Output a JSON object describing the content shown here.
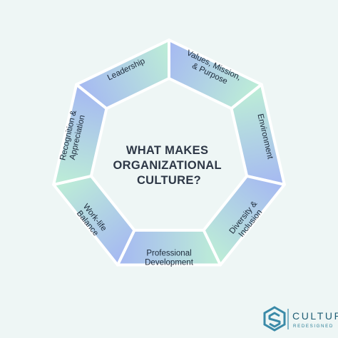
{
  "center_title": [
    "WHAT MAKES",
    "ORGANIZATIONAL",
    "CULTURE?"
  ],
  "segments": [
    {
      "name": "values-mission-purpose",
      "lines": [
        "Values, Mission,",
        "& Purpose"
      ]
    },
    {
      "name": "environment",
      "lines": [
        "Environment"
      ]
    },
    {
      "name": "diversity-inclusion",
      "lines": [
        "Diversity &",
        "Inclusion"
      ]
    },
    {
      "name": "professional-development",
      "lines": [
        "Professional",
        "Development"
      ]
    },
    {
      "name": "work-life-balance",
      "lines": [
        "Work-life",
        "Balance"
      ]
    },
    {
      "name": "recognition-appreciation",
      "lines": [
        "Recognition &",
        "Appreciation"
      ]
    },
    {
      "name": "leadership",
      "lines": [
        "Leadership"
      ]
    }
  ],
  "brand": {
    "name": "CULTURE",
    "tagline": "REDESIGNED",
    "logo_icon": "culture-redesigned-logo-icon"
  },
  "colors": {
    "background": "#eef6f5",
    "segment_blue": "#a5b8f2",
    "segment_mint": "#bdeed6",
    "segment_edge": "#ffffff",
    "title": "#2d3746",
    "brand": "#1e5d74",
    "logo": "#3a8aa8"
  }
}
